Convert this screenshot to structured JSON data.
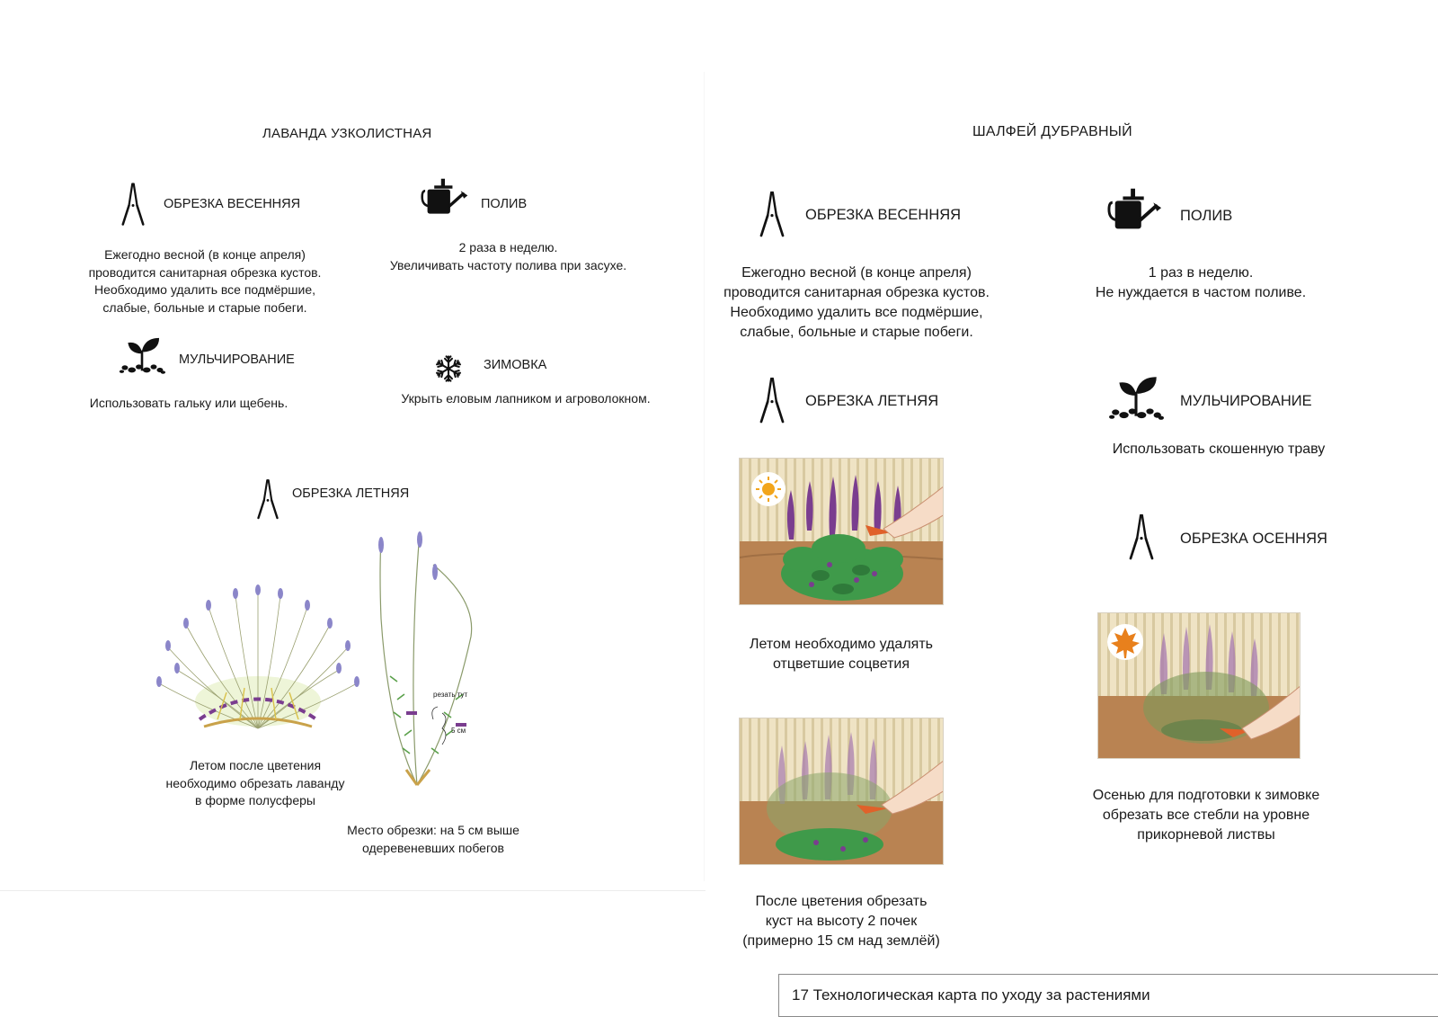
{
  "left": {
    "title": "ЛАВАНДА УЗКОЛИСТНАЯ",
    "spring_pruning": {
      "heading": "ОБРЕЗКА ВЕСЕННЯЯ",
      "text": [
        "Ежегодно весной (в конце апреля)",
        "проводится санитарная обрезка кустов.",
        "Необходимо удалить все подмёршие,",
        "слабые, больные и старые побеги."
      ]
    },
    "watering": {
      "heading": "ПОЛИВ",
      "text": [
        "2 раза в неделю.",
        "Увеличивать частоту полива при засухе."
      ]
    },
    "mulching": {
      "heading": "МУЛЬЧИРОВАНИЕ",
      "text": "Использовать гальку или щебень."
    },
    "wintering": {
      "heading": "ЗИМОВКА",
      "text": "Укрыть еловым лапником и агроволокном."
    },
    "summer_pruning": {
      "heading": "ОБРЕЗКА ЛЕТНЯЯ",
      "caption_shape": [
        "Летом после цветения",
        "необходимо обрезать лаванду",
        "в форме полусферы"
      ],
      "cut_here_label": "резать тут",
      "five_cm_label": "5 см",
      "caption_place": [
        "Место обрезки: на 5 см выше",
        "одеревеневших побегов"
      ]
    }
  },
  "right": {
    "title": "ШАЛФЕЙ ДУБРАВНЫЙ",
    "spring_pruning": {
      "heading": "ОБРЕЗКА ВЕСЕННЯЯ",
      "text": [
        "Ежегодно весной (в конце апреля)",
        "проводится санитарная обрезка кустов.",
        "Необходимо удалить все подмёршие,",
        "слабые, больные и старые побеги."
      ]
    },
    "watering": {
      "heading": "ПОЛИВ",
      "text": [
        "1 раз в неделю.",
        "Не нуждается в частом поливе."
      ]
    },
    "summer_pruning": {
      "heading": "ОБРЕЗКА ЛЕТНЯЯ",
      "caption_1": [
        "Летом необходимо удалять",
        "отцветшие соцветия"
      ],
      "caption_2": [
        "После цветения обрезать",
        "куст на высоту 2 почек",
        "(примерно 15 см над землёй)"
      ]
    },
    "mulching": {
      "heading": "МУЛЬЧИРОВАНИЕ",
      "text": "Использовать скошенную траву"
    },
    "autumn_pruning": {
      "heading": "ОБРЕЗКА ОСЕННЯЯ",
      "text": [
        "Осенью для подготовки к зимовке",
        "обрезать все стебли на уровне",
        "прикорневой листвы"
      ]
    }
  },
  "footer": "17 Технологическая карта по уходу за растениями",
  "icons": [
    "shears-icon",
    "watering-can-icon",
    "seedling-mulch-icon",
    "snowflake-icon",
    "sun-icon",
    "maple-leaf-icon"
  ],
  "colors": {
    "wall": "#efe3c4",
    "wall_stripe": "#d8c9a0",
    "floor": "#b98352",
    "leaf_green": "#3f9a4a",
    "flower_purple": "#7a3d8f",
    "pruner_orange": "#e0612a",
    "lavender": "#8b86c9"
  }
}
